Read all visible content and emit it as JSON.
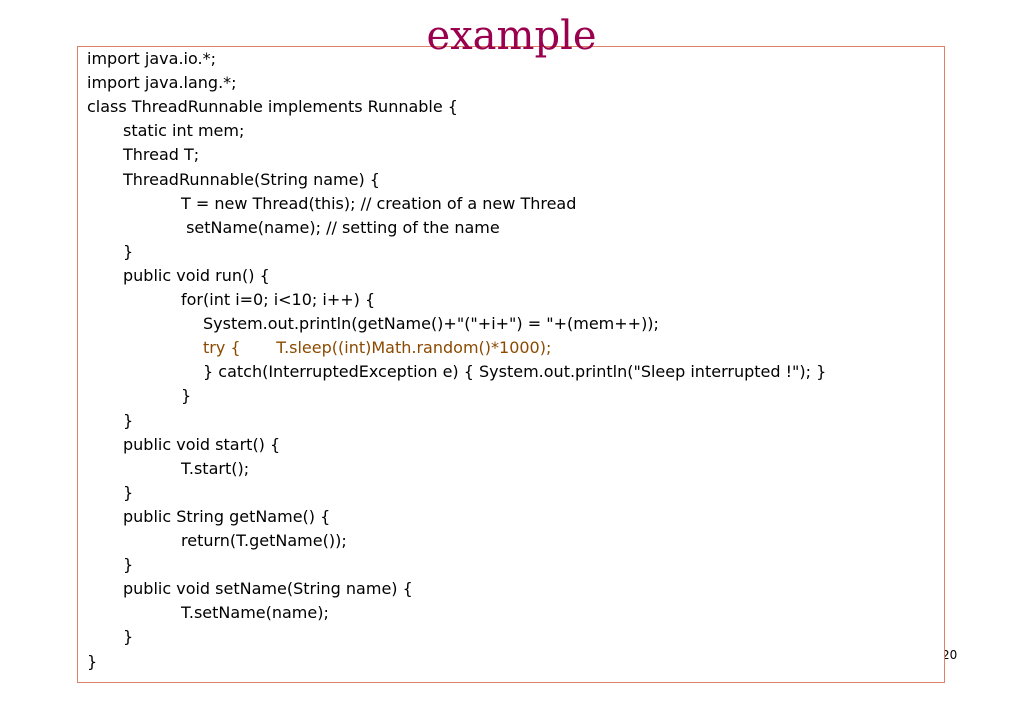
{
  "title": "example",
  "page_number": "20",
  "code_lines": [
    {
      "text": "import java.io.*;",
      "indent": 0
    },
    {
      "text": "import java.lang.*;",
      "indent": 0
    },
    {
      "text": "class ThreadRunnable implements Runnable {",
      "indent": 0
    },
    {
      "text": "static int mem;",
      "indent": 1
    },
    {
      "text": "Thread T;",
      "indent": 1
    },
    {
      "text": "ThreadRunnable(String name) {",
      "indent": 1
    },
    {
      "text": "T = new Thread(this); // creation of a new Thread",
      "indent": 2
    },
    {
      "text": " setName(name); // setting of the name",
      "indent": 2
    },
    {
      "text": "}",
      "indent": 1
    },
    {
      "text": "public void run() {",
      "indent": 1
    },
    {
      "text": "for(int i=0; i<10; i++) {",
      "indent": 2
    },
    {
      "text": "System.out.println(getName()+\"(\"+i+\") = \"+(mem++));",
      "indent": 3
    },
    {
      "text": "try {       T.sleep((int)Math.random()*1000);",
      "indent": 3,
      "highlight": true
    },
    {
      "text": "} catch(InterruptedException e) { System.out.println(\"Sleep interrupted !\"); }",
      "indent": 3
    },
    {
      "text": "}",
      "indent": 2
    },
    {
      "text": "}",
      "indent": 1
    },
    {
      "text": "public void start() {",
      "indent": 1
    },
    {
      "text": "T.start();",
      "indent": 2
    },
    {
      "text": "}",
      "indent": 1
    },
    {
      "text": "public String getName() {",
      "indent": 1
    },
    {
      "text": "return(T.getName());",
      "indent": 2
    },
    {
      "text": "}",
      "indent": 1
    },
    {
      "text": "public void setName(String name) {",
      "indent": 1
    },
    {
      "text": "T.setName(name);",
      "indent": 2
    },
    {
      "text": "}",
      "indent": 1
    },
    {
      "text": "}",
      "indent": 0
    }
  ],
  "colors": {
    "title": "#99004d",
    "border": "#e0826a",
    "highlight": "#8b4a00"
  }
}
